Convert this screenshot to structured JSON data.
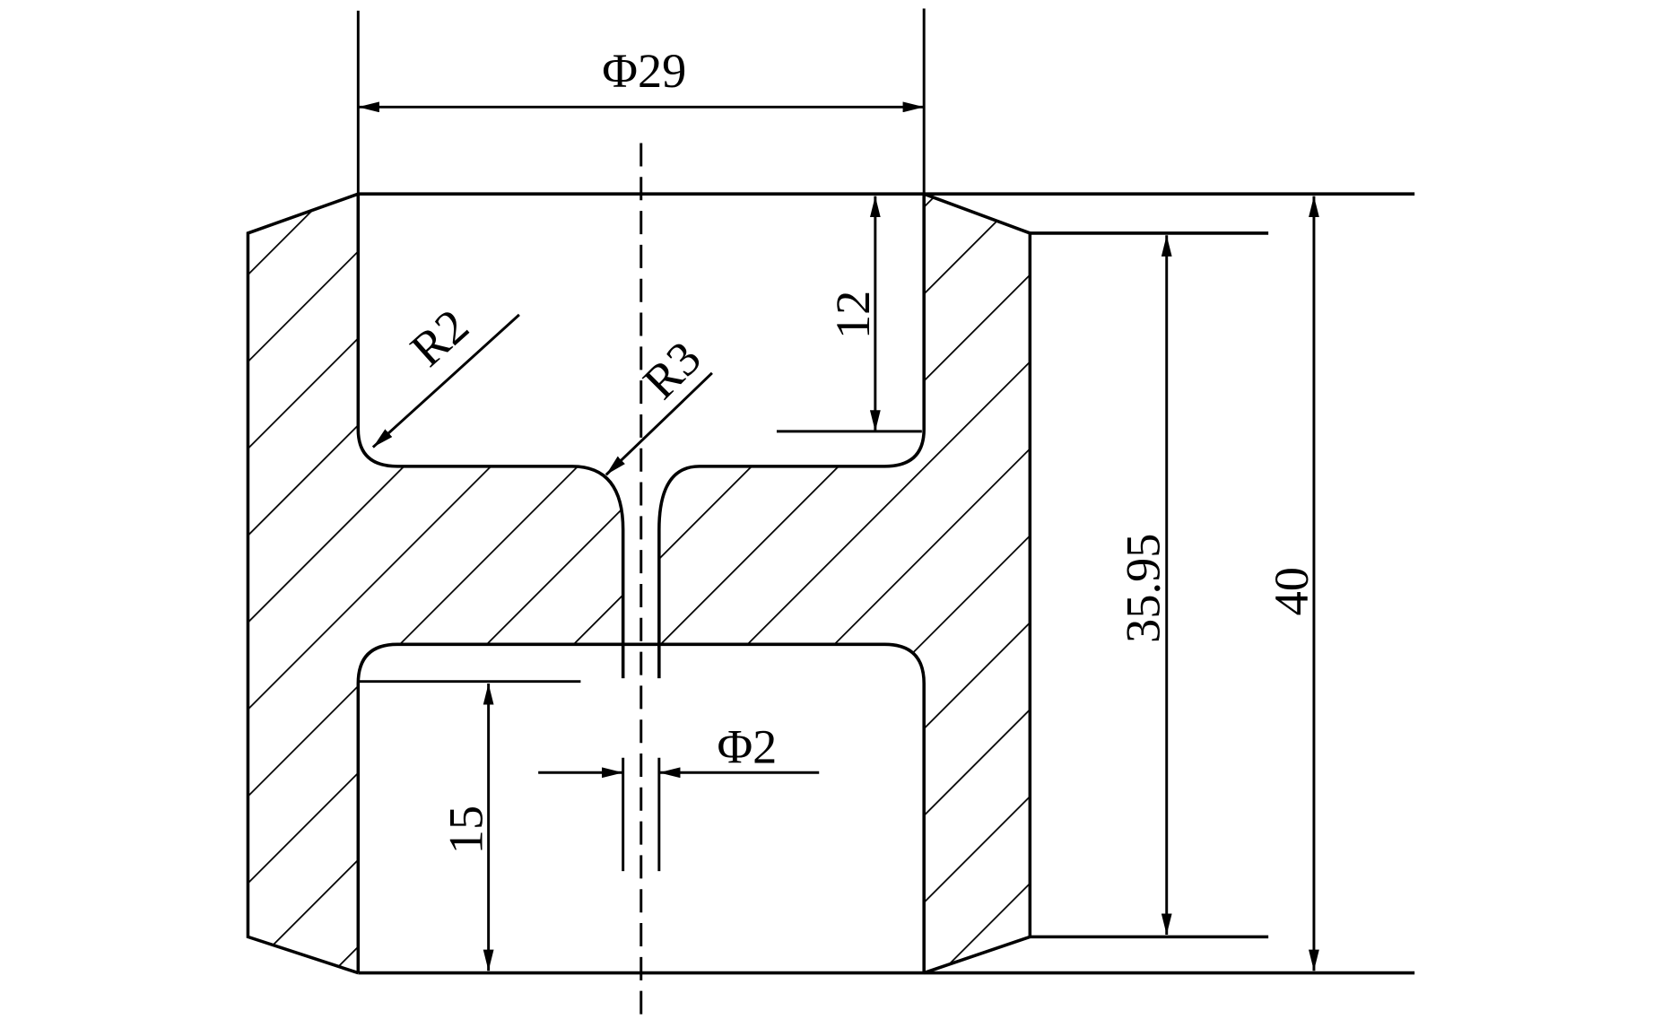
{
  "drawing": {
    "dimensions": {
      "outer_diameter": "Φ29",
      "upper_depth": "12",
      "lower_depth": "15",
      "hole_diameter": "Φ2",
      "inner_height": "35.95",
      "total_height": "40",
      "fillet_outer": "R2",
      "fillet_neck": "R3"
    },
    "colors": {
      "line": "#000000",
      "background": "#ffffff"
    }
  }
}
